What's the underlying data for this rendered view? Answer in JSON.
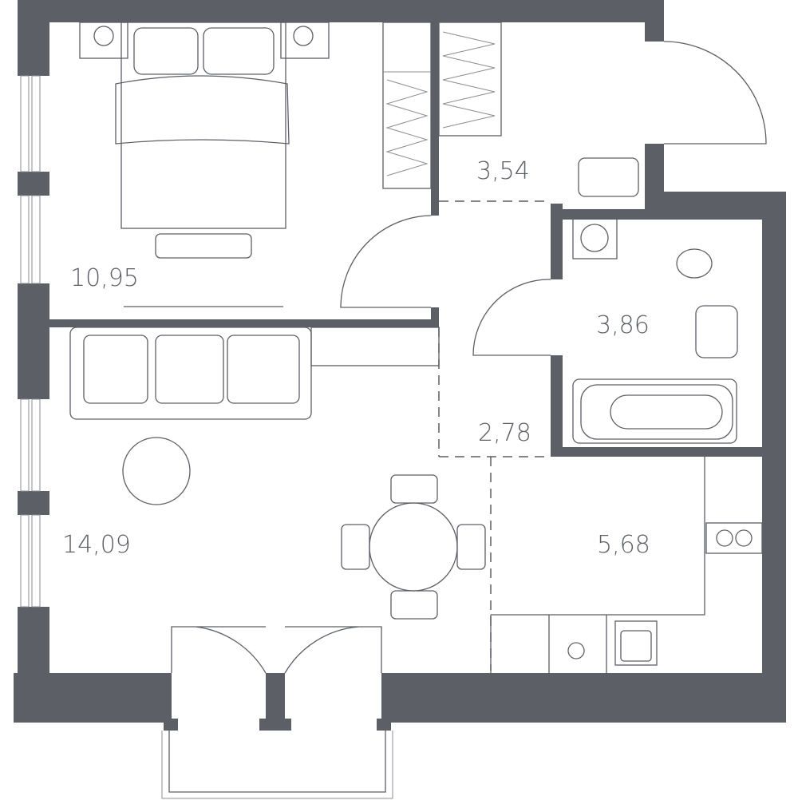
{
  "plan": {
    "wall_color": "#5c5f66",
    "rooms": [
      {
        "id": "bedroom",
        "area": "10,95"
      },
      {
        "id": "hallway",
        "area": "3,54"
      },
      {
        "id": "bathroom",
        "area": "3,86"
      },
      {
        "id": "corridor",
        "area": "2,78"
      },
      {
        "id": "living-room",
        "area": "14,09"
      },
      {
        "id": "kitchen",
        "area": "5,68"
      }
    ]
  }
}
